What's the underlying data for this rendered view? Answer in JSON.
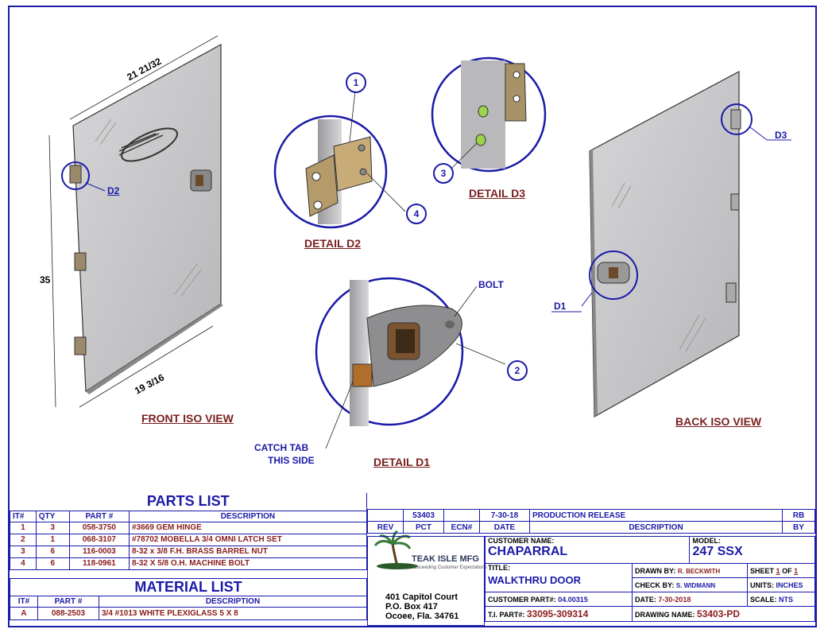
{
  "views": {
    "front_title": "FRONT ISO VIEW",
    "back_title": "BACK ISO VIEW",
    "detail_d1": "DETAIL  D1",
    "detail_d2": "DETAIL  D2",
    "detail_d3": "DETAIL  D3"
  },
  "dimensions": {
    "top": "21 21/32",
    "side": "35",
    "bottom": "19 3/16"
  },
  "callouts": {
    "d1": "D1",
    "d2": "D2",
    "d3": "D3",
    "bolt": "BOLT",
    "catch_tab_line1": "CATCH TAB",
    "catch_tab_line2": "THIS SIDE",
    "bubbles": [
      "1",
      "2",
      "3",
      "4"
    ]
  },
  "parts_list": {
    "title": "PARTS LIST",
    "headers": [
      "IT#",
      "QTY",
      "PART #",
      "DESCRIPTION"
    ],
    "rows": [
      [
        "1",
        "3",
        "058-3750",
        "#3669 GEM HINGE"
      ],
      [
        "2",
        "1",
        "068-3107",
        "#78702 MOBELLA 3/4 OMNI LATCH SET"
      ],
      [
        "3",
        "6",
        "116-0003",
        "8-32 x 3/8 F.H. BRASS BARREL NUT"
      ],
      [
        "4",
        "6",
        "118-0961",
        "8-32 X 5/8 O.H. MACHINE BOLT"
      ]
    ]
  },
  "material_list": {
    "title": "MATERIAL LIST",
    "headers": [
      "IT#",
      "PART #",
      "DESCRIPTION"
    ],
    "rows": [
      [
        "A",
        "088-2503",
        "3/4 #1013 WHITE PLEXIGLASS 5 X 8"
      ]
    ]
  },
  "revision": {
    "row": [
      "",
      "53403",
      "",
      "7-30-18",
      "PRODUCTION RELEASE",
      "RB"
    ],
    "headers": [
      "REV",
      "PCT",
      "ECN#",
      "DATE",
      "DESCRIPTION",
      "BY"
    ]
  },
  "company": {
    "name": "TEAK ISLE MFG",
    "tagline": "Exceeding Customer Expectations",
    "address1": "401 Capitol Court",
    "address2": "P.O. Box 417",
    "address3": "Ocoee, Fla. 34761"
  },
  "title_block": {
    "customer_name_label": "CUSTOMER NAME:",
    "customer_name": "CHAPARRAL",
    "model_label": "MODEL:",
    "model": "247 SSX",
    "title_label": "TITLE:",
    "title": "WALKTHRU DOOR",
    "drawn_by_label": "DRAWN BY:",
    "drawn_by": "R. BECKWITH",
    "sheet_label": "SHEET",
    "sheet": "1",
    "sheet_of": "OF",
    "sheet_total": "1",
    "check_by_label": "CHECK BY:",
    "check_by": "S. WIDMANN",
    "units_label": "UNITS:",
    "units": "INCHES",
    "customer_part_label": "CUSTOMER PART#:",
    "customer_part": "04.00315",
    "date_label": "DATE:",
    "date": "7-30-2018",
    "scale_label": "SCALE:",
    "scale": "NTS",
    "ti_part_label": "T.I. PART#:",
    "ti_part": "33095-309314",
    "drawing_name_label": "DRAWING NAME:",
    "drawing_name": "53403-PD"
  },
  "colors": {
    "border": "#1a1aa8",
    "title_red": "#7a1f1f",
    "glass": "#c9c9cc"
  }
}
